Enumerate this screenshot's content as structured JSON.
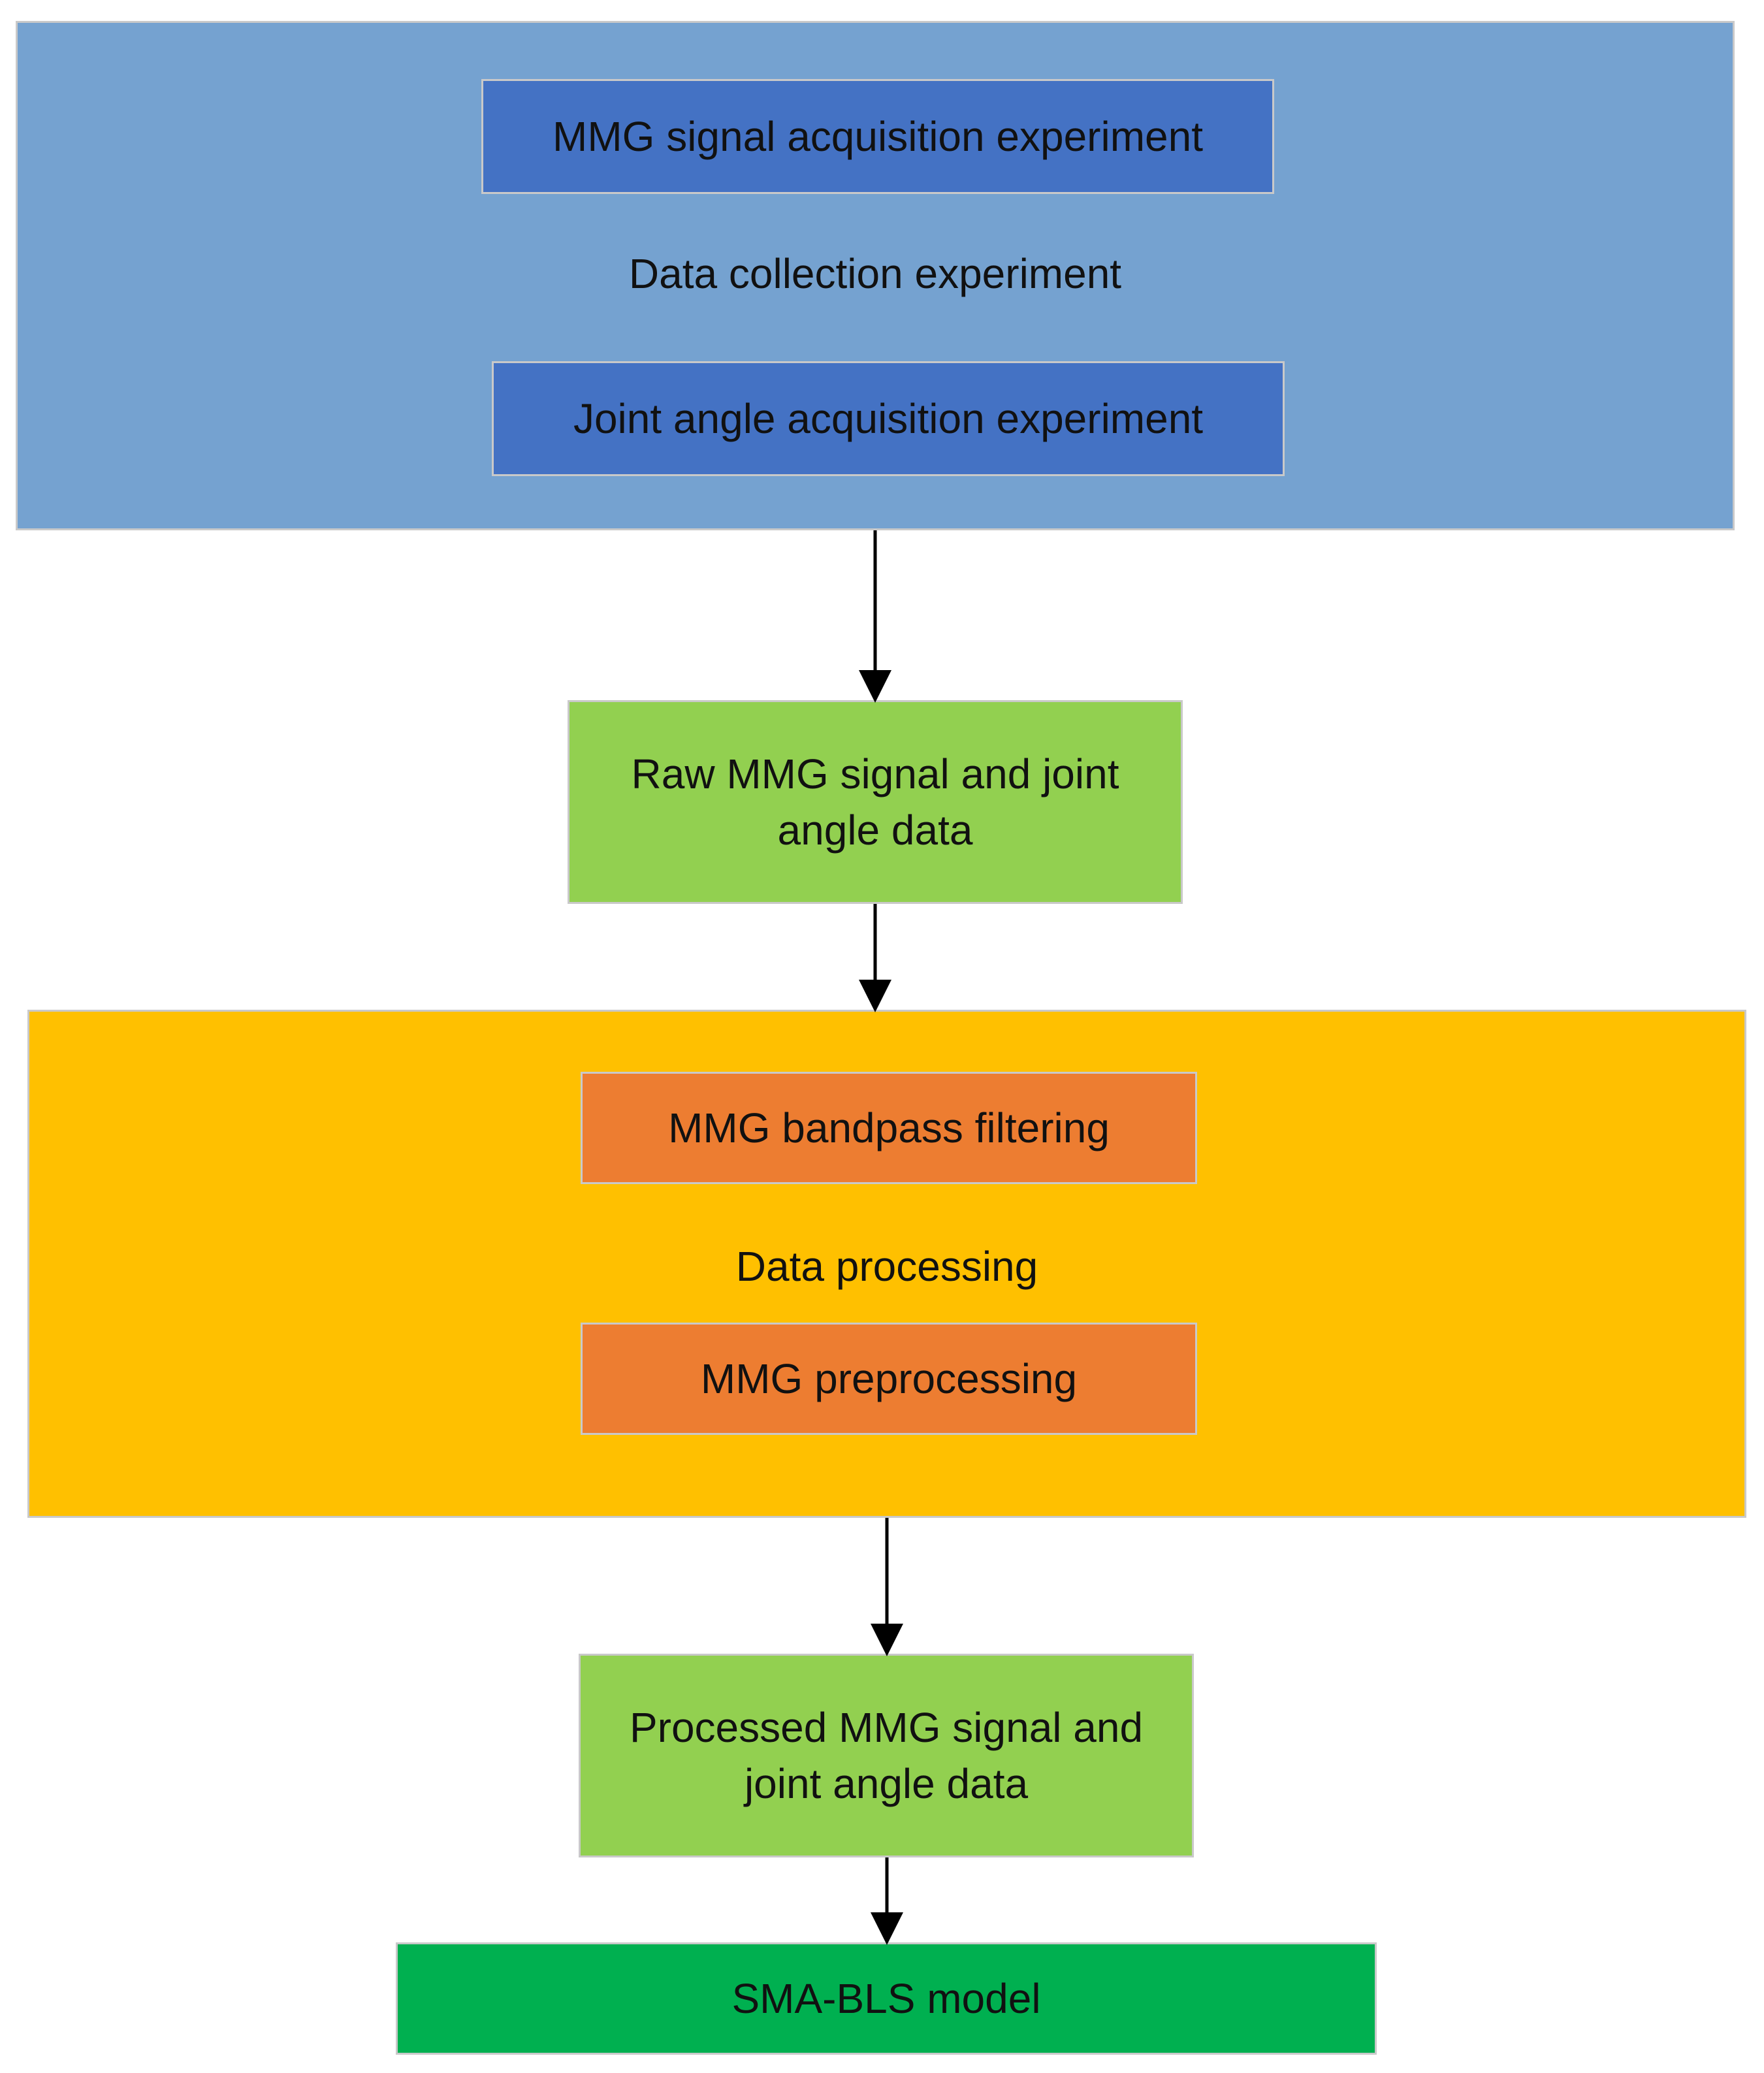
{
  "diagram": {
    "collection": {
      "label": "Data collection experiment",
      "items": [
        "MMG signal acquisition experiment",
        "Joint angle acquisition experiment"
      ],
      "color": "#75a2d0",
      "item_color": "#4472c4"
    },
    "raw_data": {
      "label": "Raw MMG signal and joint angle data",
      "color": "#92d050"
    },
    "processing": {
      "label": "Data processing",
      "items": [
        "MMG bandpass filtering",
        "MMG preprocessing"
      ],
      "color": "#ffc000",
      "item_color": "#ed7d31"
    },
    "processed_data": {
      "label": "Processed MMG signal and joint angle data",
      "color": "#92d050"
    },
    "model": {
      "label": "SMA-BLS model",
      "color": "#00b050"
    }
  }
}
